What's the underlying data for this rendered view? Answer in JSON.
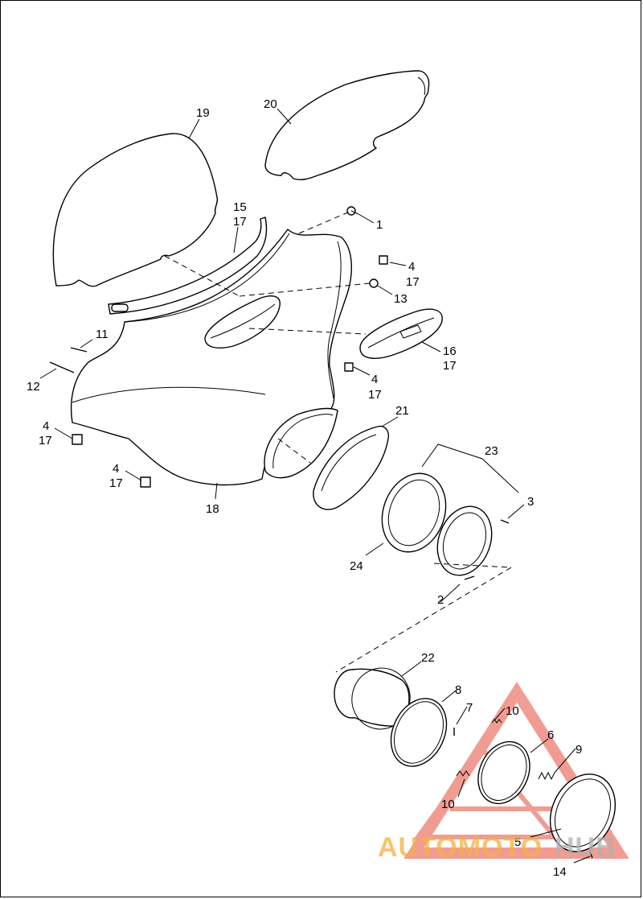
{
  "callouts": [
    {
      "id": "c1",
      "text": "1"
    },
    {
      "id": "c2",
      "text": "2"
    },
    {
      "id": "c3",
      "text": "3"
    },
    {
      "id": "c4a",
      "text": "4"
    },
    {
      "id": "c17a",
      "text": "17"
    },
    {
      "id": "c4b",
      "text": "4"
    },
    {
      "id": "c17b",
      "text": "17"
    },
    {
      "id": "c4c",
      "text": "4"
    },
    {
      "id": "c17c",
      "text": "17"
    },
    {
      "id": "c4d",
      "text": "4"
    },
    {
      "id": "c17d",
      "text": "17"
    },
    {
      "id": "c5",
      "text": "5"
    },
    {
      "id": "c6",
      "text": "6"
    },
    {
      "id": "c7",
      "text": "7"
    },
    {
      "id": "c8",
      "text": "8"
    },
    {
      "id": "c9",
      "text": "9"
    },
    {
      "id": "c10a",
      "text": "10"
    },
    {
      "id": "c10b",
      "text": "10"
    },
    {
      "id": "c11",
      "text": "11"
    },
    {
      "id": "c12",
      "text": "12"
    },
    {
      "id": "c13",
      "text": "13"
    },
    {
      "id": "c14",
      "text": "14"
    },
    {
      "id": "c15",
      "text": "15"
    },
    {
      "id": "c17e",
      "text": "17"
    },
    {
      "id": "c16",
      "text": "16"
    },
    {
      "id": "c17f",
      "text": "17"
    },
    {
      "id": "c18",
      "text": "18"
    },
    {
      "id": "c19",
      "text": "19"
    },
    {
      "id": "c20",
      "text": "20"
    },
    {
      "id": "c21",
      "text": "21"
    },
    {
      "id": "c22",
      "text": "22"
    },
    {
      "id": "c23",
      "text": "23"
    },
    {
      "id": "c24",
      "text": "24"
    }
  ],
  "watermark": {
    "text_part1": "AUTOMOTO",
    "text_part2": "HUB",
    "color_part1": "#f5b041",
    "color_part2": "#b0b0b0",
    "logo_color": "#e74c3c"
  }
}
